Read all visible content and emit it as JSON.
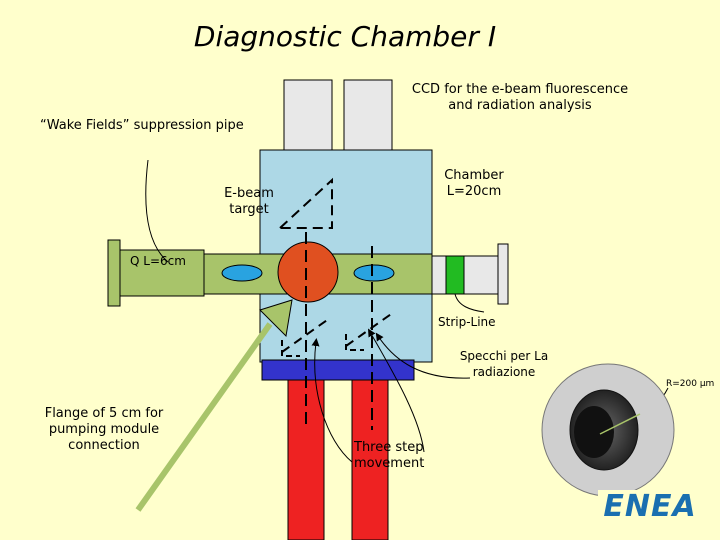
{
  "title": "Diagnostic Chamber I",
  "labels": {
    "wake_fields": "“Wake Fields” suppression pipe",
    "ccd": "CCD for the e-beam fluorescence and radiation analysis",
    "ebeam_target": "E-beam target",
    "chamber": "Chamber L=20cm",
    "q": "Q L=6cm",
    "strip_line": "Strip-Line",
    "specchi": "Specchi per La radiazione",
    "flange": "Flange of 5 cm for pumping module connection",
    "three_step": "Three step movement",
    "radius": "R=200 μm"
  },
  "logo_text": "ENEA",
  "colors": {
    "background": "#ffffcc",
    "chamber": "#add8e6",
    "pipe": "#a8c46a",
    "target": "#e05020",
    "ports": "#e8e8e8",
    "supports": "#ee2222",
    "base": "#3333cc",
    "stripline": "#22bb22",
    "logo": "#1a6fb0"
  }
}
